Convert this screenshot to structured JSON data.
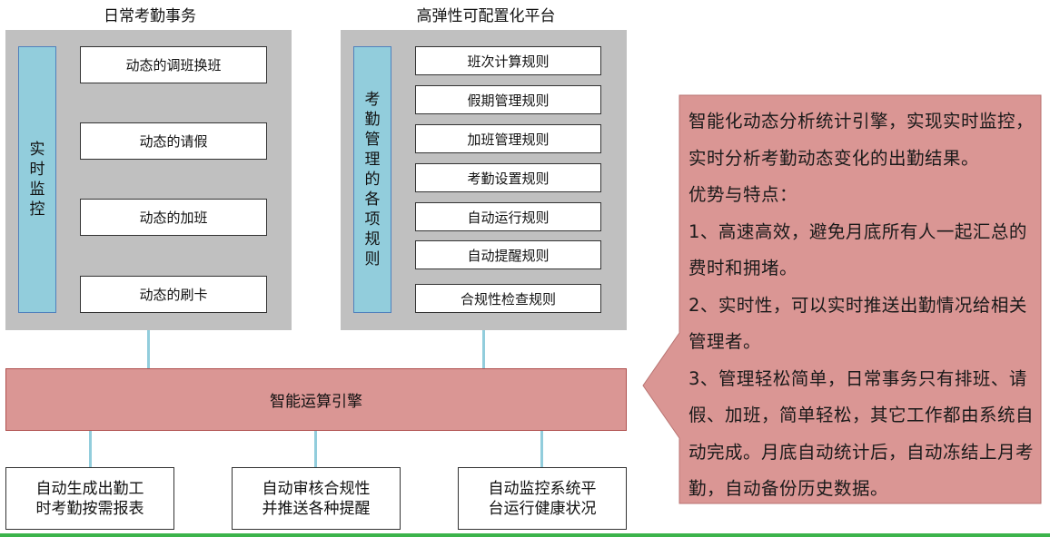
{
  "left_panel": {
    "title": "日常考勤事务",
    "side_label": "实时监控",
    "items": [
      "动态的调班换班",
      "动态的请假",
      "动态的加班",
      "动态的刷卡"
    ]
  },
  "right_panel": {
    "title": "高弹性可配置化平台",
    "side_label": "考勤管理的各项规则",
    "items": [
      "班次计算规则",
      "假期管理规则",
      "加班管理规则",
      "考勤设置规则",
      "自动运行规则",
      "自动提醒规则",
      "合规性检查规则"
    ]
  },
  "engine": {
    "label": "智能运算引擎"
  },
  "outputs": [
    "自动生成出勤工时考勤按需报表",
    "自动审核合规性并推送各种提醒",
    "自动监控系统平台运行健康状况"
  ],
  "callout": {
    "lines": [
      "智能化动态分析统计引擎，实现实时监控，实时分析考勤动态变化的出勤结果。",
      "优势与特点：",
      "1、高速高效，避免月底所有人一起汇总的费时和拥堵。",
      "2、实时性，可以实时推送出勤情况给相关管理者。",
      "3、管理轻松简单，日常事务只有排班、请假、加班，简单轻松，其它工作都由系统自动完成。月底自动统计后，自动冻结上月考勤，自动备份历史数据。"
    ]
  },
  "colors": {
    "panel": "#c0c0c0",
    "side_bar": "#92cddc",
    "engine": "#da9694",
    "callout": "#da9694",
    "bottom_line": "#3cb44b"
  }
}
